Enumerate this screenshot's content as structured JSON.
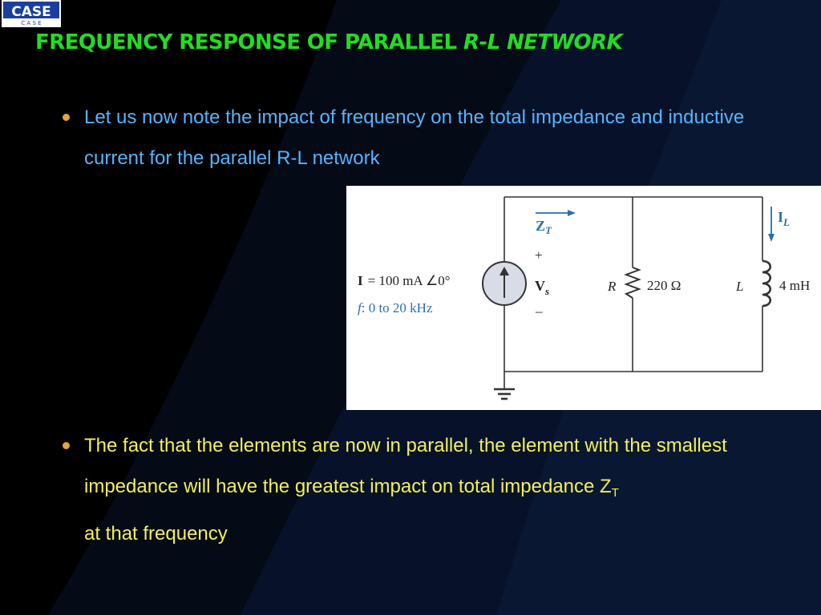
{
  "header": {
    "logo_text": "CASE",
    "logo_sub": "C A S E",
    "title_main": "FREQUENCY RESPONSE OF  PARALLEL ",
    "title_italic": "R-L NETWORK"
  },
  "bullets": [
    {
      "text": "Let us now note the impact of frequency on the total impedance and inductive current for the parallel R-L network"
    },
    {
      "text": "The fact that the elements are now in parallel, the element with the smallest impedance will have the greatest impact on total impedance Z",
      "subscript": "T",
      "tail": "at that frequency"
    }
  ],
  "circuit": {
    "source_label_bold": "I",
    "source_value": "= 100 mA ∠0°",
    "freq_f": "f",
    "freq_range": ": 0 to 20 kHz",
    "zt_label": "Z",
    "zt_sub": "T",
    "vs_label": "V",
    "vs_sub": "s",
    "plus": "+",
    "minus": "–",
    "r_label": "R",
    "r_value": "220 Ω",
    "l_label": "L",
    "l_value": "4 mH",
    "il_label": "I",
    "il_sub": "L"
  },
  "colors": {
    "title": "#22dd22",
    "bullet1_text": "#55b4ff",
    "bullet2_text": "#f4f054",
    "bullet_marker": "#e8a23a",
    "circuit_blue": "#2a6fb0"
  }
}
